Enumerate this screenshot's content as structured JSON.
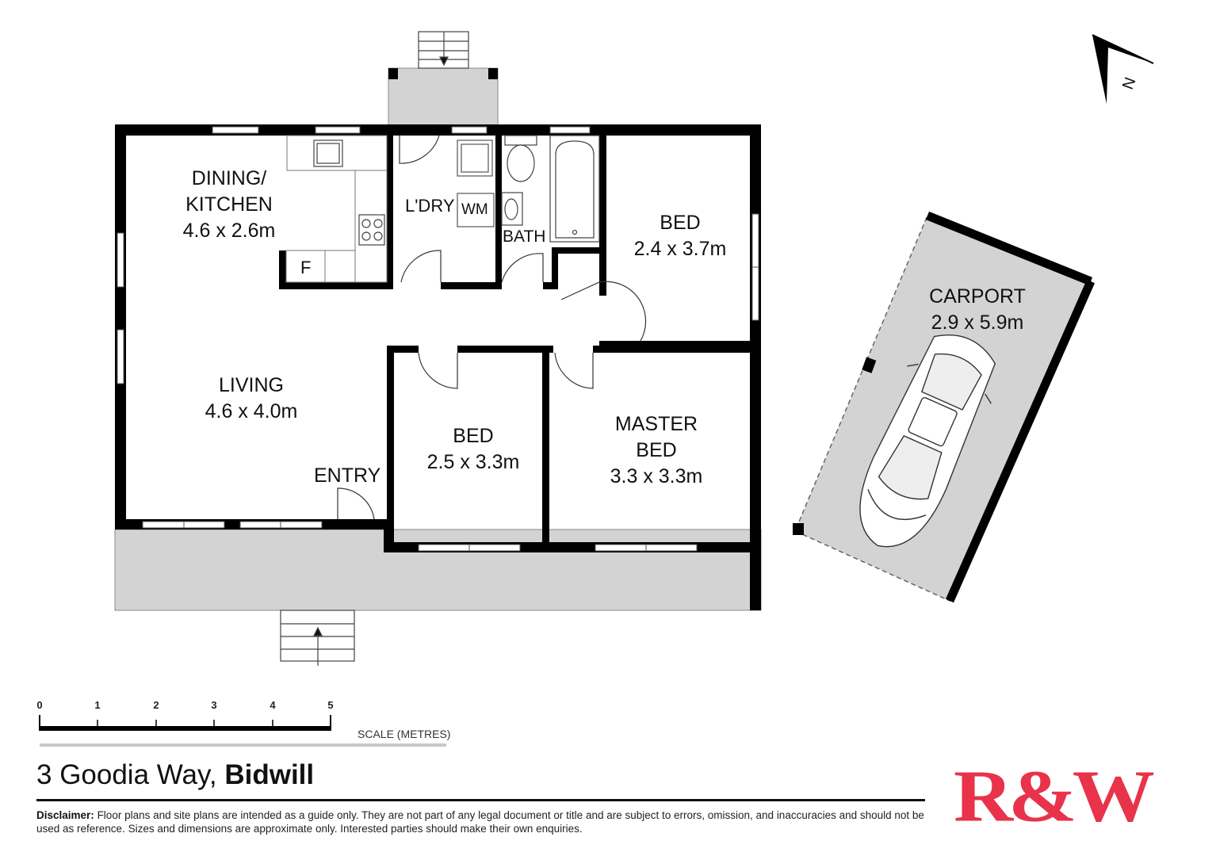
{
  "rooms": {
    "dining_kitchen": {
      "name_line1": "DINING/",
      "name_line2": "KITCHEN",
      "size": "4.6 x 2.6m"
    },
    "living": {
      "name": "LIVING",
      "size": "4.6 x 4.0m"
    },
    "bed_ne": {
      "name": "BED",
      "size": "2.4 x 3.7m"
    },
    "bed_mid": {
      "name": "BED",
      "size": "2.5 x 3.3m"
    },
    "master_bed": {
      "name_line1": "MASTER",
      "name_line2": "BED",
      "size": "3.3 x 3.3m"
    },
    "carport": {
      "name": "CARPORT",
      "size": "2.9 x 5.9m"
    }
  },
  "labels": {
    "laundry": "L'DRY",
    "washing_machine": "WM",
    "bath": "BATH",
    "entry": "ENTRY",
    "fridge": "F",
    "north": "N"
  },
  "scale": {
    "ticks": [
      "0",
      "1",
      "2",
      "3",
      "4",
      "5"
    ],
    "title": "SCALE (METRES)"
  },
  "address": {
    "street": "3 Goodia Way,",
    "suburb": "Bidwill"
  },
  "disclaimer": {
    "heading": "Disclaimer:",
    "text": "Floor plans and site plans are intended as a guide only. They are not part of any legal document or title and are subject to errors, omission, and inaccuracies and should not be used as reference. Sizes and dimensions are approximate only. Interested parties should make their own enquiries."
  },
  "logo": {
    "text": "R&W",
    "color": "#e8334a"
  },
  "colors": {
    "wall": "#000000",
    "deck": "#d0d0d0",
    "window": "#ffffff"
  }
}
